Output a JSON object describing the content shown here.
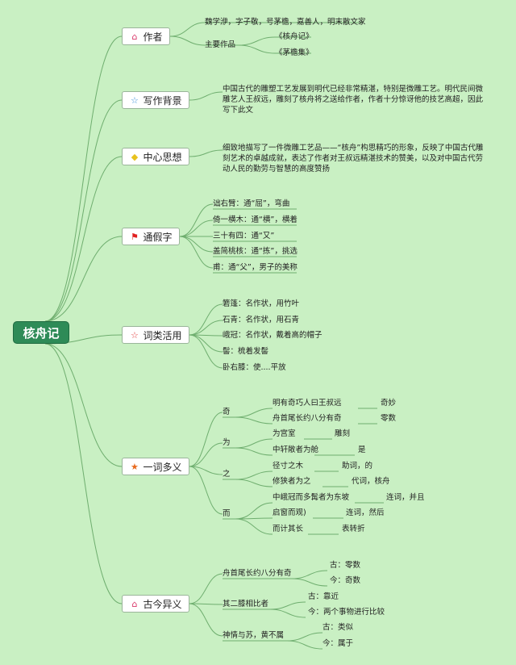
{
  "root": "核舟记",
  "branches": {
    "author": {
      "label": "作者",
      "icon": "house-icon",
      "color": "#d9386a",
      "line1": "魏学洢，字子敬，号茅檐，嘉善人，明末散文家",
      "works_label": "主要作品",
      "works": [
        "《核舟记》",
        "《茅檐集》"
      ]
    },
    "background": {
      "label": "写作背景",
      "icon": "star-outline-icon",
      "color": "#3a8fd9",
      "text": "中国古代的雕塑工艺发展到明代已经非常精湛，特别是微雕工艺。明代民间微雕艺人王叔远，雕刻了核舟将之送给作者，作者十分惊讶他的技艺高超，因此写下此文"
    },
    "theme": {
      "label": "中心思想",
      "icon": "gem-icon",
      "color": "#e8c21e",
      "text": "细致地描写了一件微雕工艺品——“核舟”构思精巧的形象，反映了中国古代雕刻艺术的卓越成就，表达了作者对王叔远精湛技术的赞美，以及对中国古代劳动人民的勤劳与智慧的高度赞扬"
    },
    "tongjia": {
      "label": "通假字",
      "icon": "flag-icon",
      "color": "#e02020",
      "items": [
        "诎右臂：通“屈”，弯曲",
        "倚一横木：通“横”，横着",
        "三十有四：通“又”",
        "盖简桃核：通“拣”，挑选",
        "甫：通“父”，男子的美称"
      ]
    },
    "cilei": {
      "label": "词类活用",
      "icon": "star-outline-icon",
      "color": "#e03a3a",
      "items": [
        "箬篷：名作状，用竹叶",
        "石青：名作状，用石青",
        "峨冠：名作状，戴着高的帽子",
        "髻：梳着发髻",
        "卧右膝：使....平放"
      ]
    },
    "duoyi": {
      "label": "一词多义",
      "icon": "star-filled-icon",
      "color": "#e86a1e",
      "groups": [
        {
          "word": "奇",
          "entries": [
            {
              "phrase": "明有奇巧人曰王叔远",
              "meaning": "奇妙"
            },
            {
              "phrase": "舟首尾长约八分有奇",
              "meaning": "零数"
            }
          ]
        },
        {
          "word": "为",
          "entries": [
            {
              "phrase": "为宫室",
              "meaning": "雕刻"
            },
            {
              "phrase": "中轩敞者为舱",
              "meaning": "是"
            }
          ]
        },
        {
          "word": "之",
          "entries": [
            {
              "phrase": "径寸之木",
              "meaning": "助词，的"
            },
            {
              "phrase": "修狭者为之",
              "meaning": "代词，核舟"
            }
          ]
        },
        {
          "word": "而",
          "entries": [
            {
              "phrase": "中峨冠而多髯者为东坡",
              "meaning": "连词，并且"
            },
            {
              "phrase": "启窗而观)",
              "meaning": "连词，然后"
            },
            {
              "phrase": "而计其长",
              "meaning": "表转折"
            }
          ]
        }
      ]
    },
    "gujin": {
      "label": "古今异义",
      "icon": "house-icon",
      "color": "#d9386a",
      "groups": [
        {
          "phrase": "舟首尾长约八分有奇",
          "gu": "古：零数",
          "jin": "今：奇数"
        },
        {
          "phrase": "其二膝相比者",
          "gu": "古：靠近",
          "jin": "今：两个事物进行比较"
        },
        {
          "phrase": "神情与苏，黄不属",
          "gu": "古：类似",
          "jin": "今：属于"
        }
      ]
    }
  }
}
